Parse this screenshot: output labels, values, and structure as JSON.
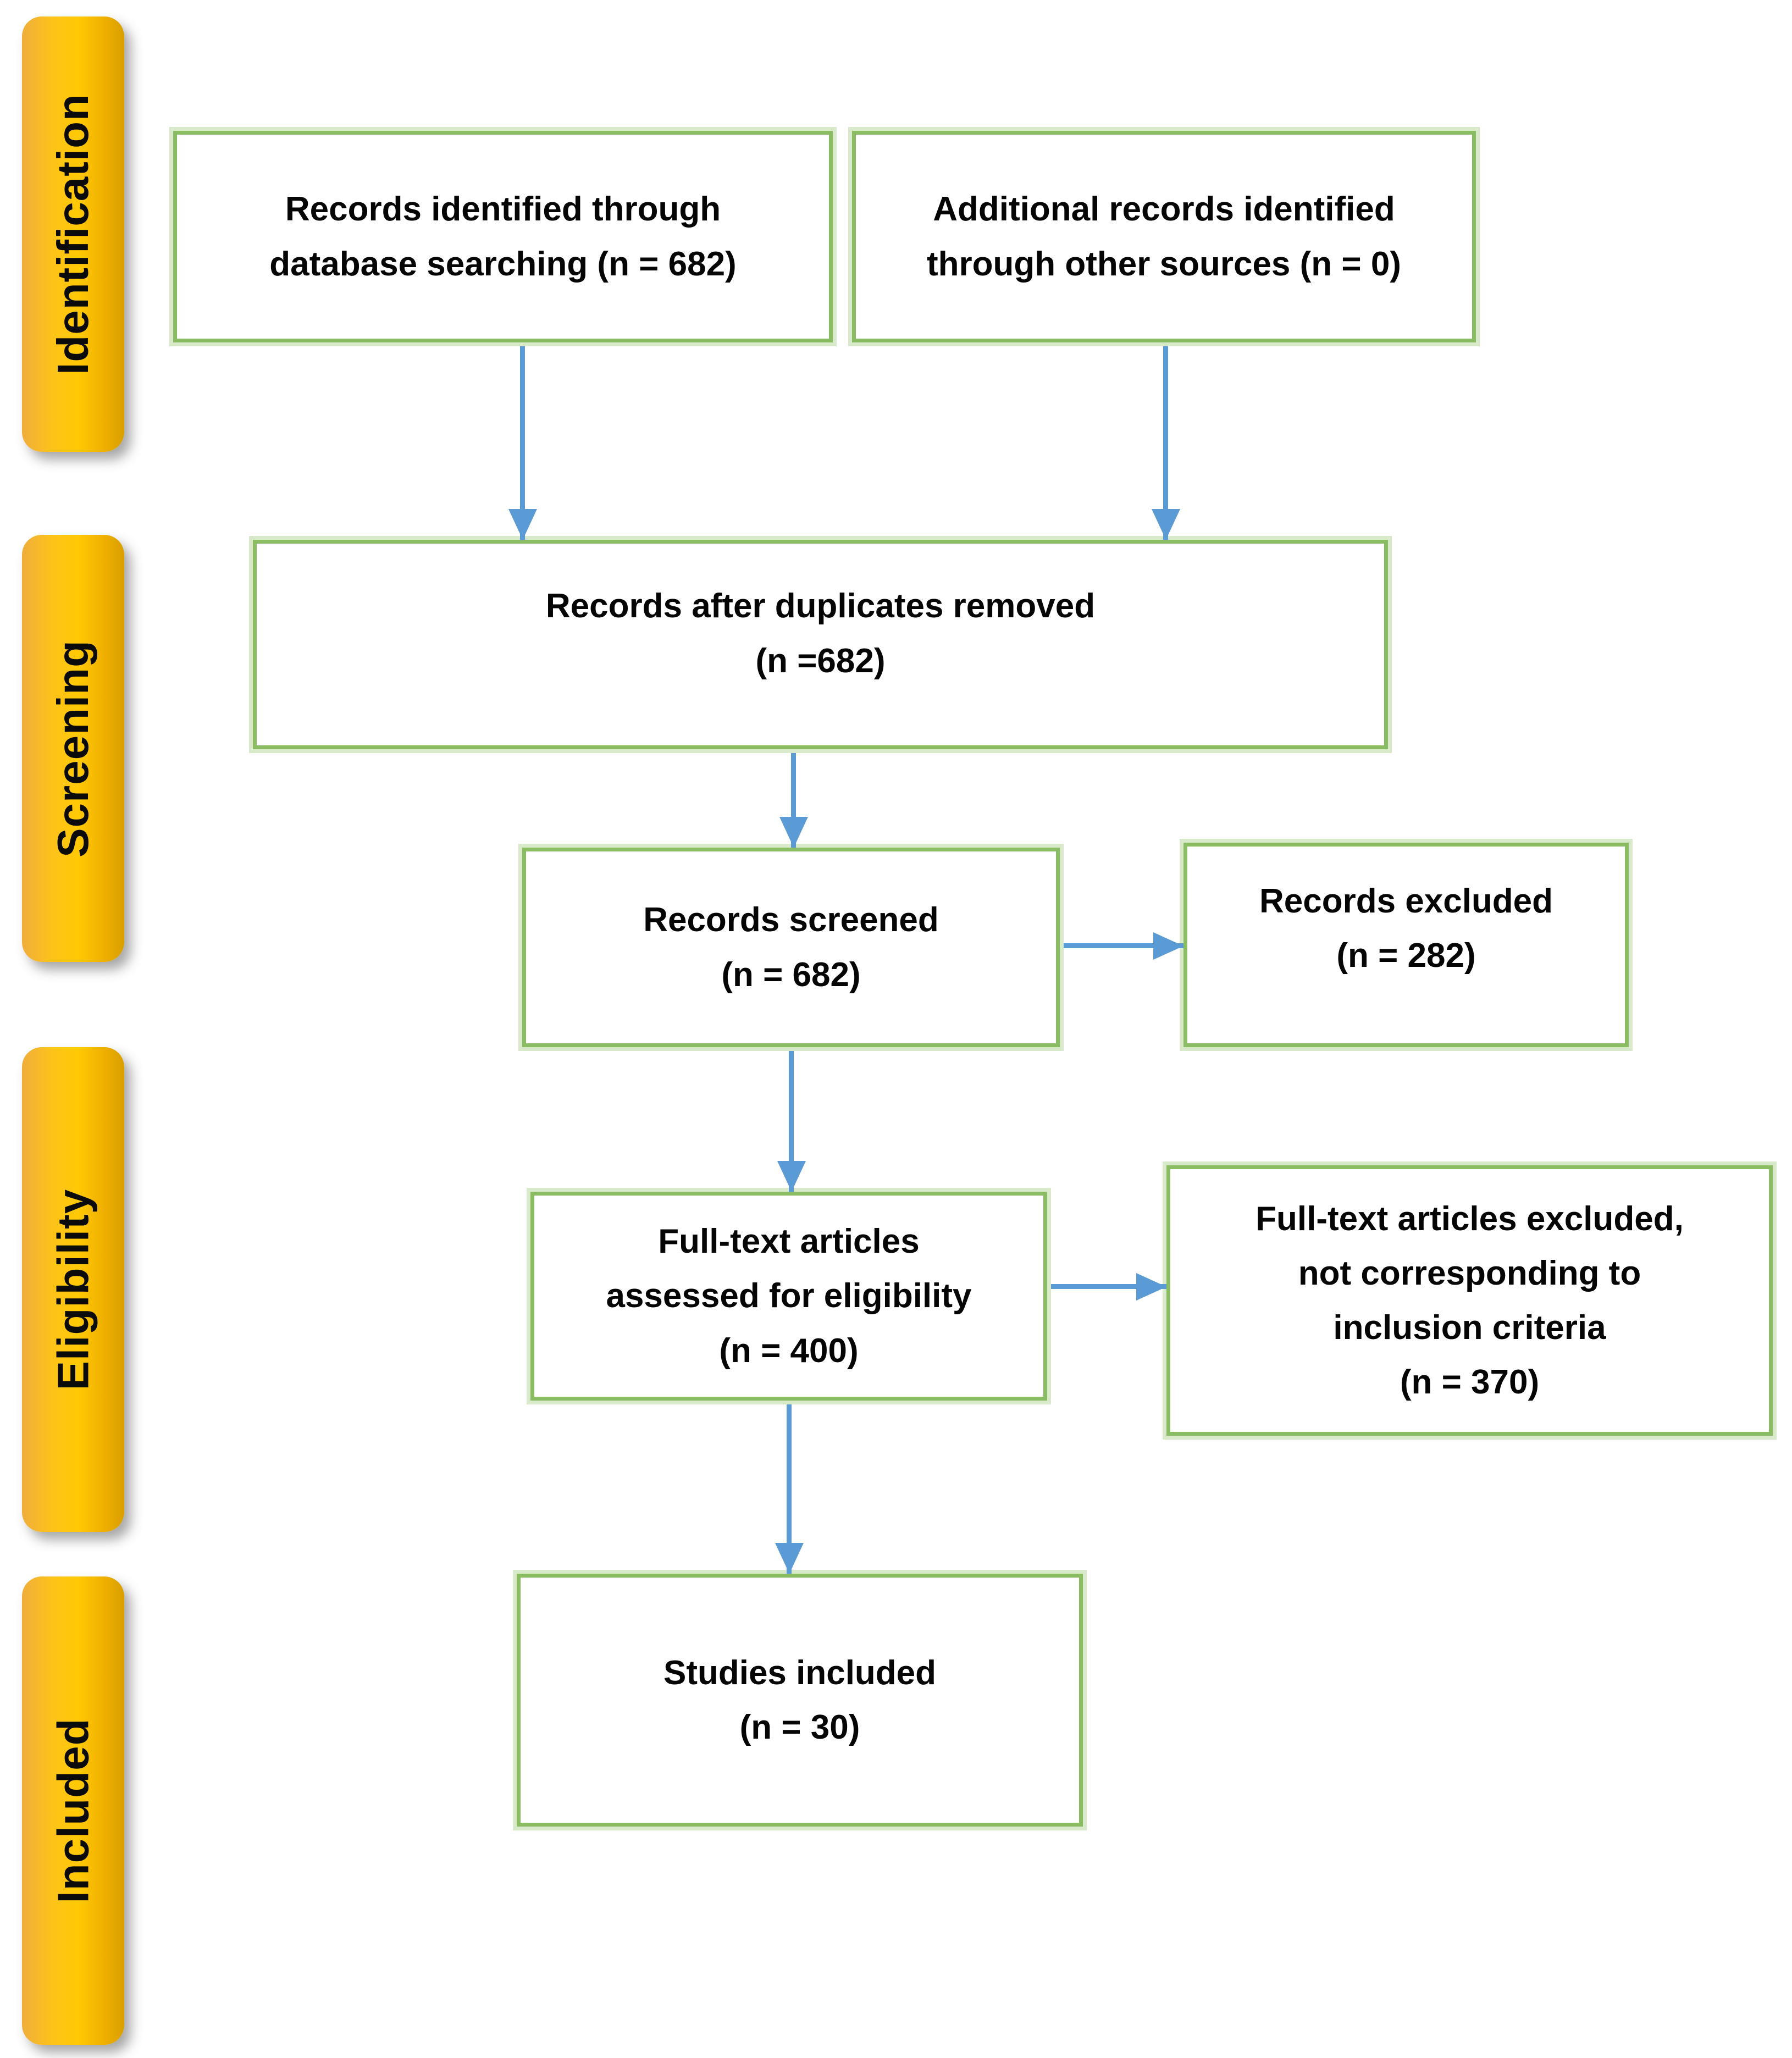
{
  "diagram": {
    "title": "PRISMA flow diagram",
    "colors": {
      "box_border_green": "#8ABD63",
      "box_border_halo": "#D8EACA",
      "arrow_blue": "#5B9BD5",
      "stage_yellow": "#FFC905",
      "text_black": "#050505"
    },
    "stages": [
      {
        "label": "Identification"
      },
      {
        "label": "Screening"
      },
      {
        "label": "Eligibility"
      },
      {
        "label": "Included"
      }
    ],
    "boxes": {
      "records_identified": {
        "line1": "Records identified through",
        "line2": "database searching (n = 682)"
      },
      "additional_records": {
        "line1": "Additional records identified",
        "line2": "through other sources (n = 0)"
      },
      "after_duplicates": {
        "line1": "Records after duplicates removed",
        "line2": "(n =682)"
      },
      "records_screened": {
        "line1": "Records screened",
        "line2": "(n = 682)"
      },
      "records_excluded": {
        "line1": "Records excluded",
        "line2": "(n = 282)"
      },
      "fulltext_assessed": {
        "line1": "Full-text articles",
        "line2": "assessed for eligibility",
        "line3": "(n = 400)"
      },
      "fulltext_excluded": {
        "line1": "Full-text articles excluded,",
        "line2": "not corresponding to",
        "line3": "inclusion criteria",
        "line4": "(n = 370)"
      },
      "studies_included": {
        "line1": "Studies included",
        "line2": "(n = 30)"
      }
    }
  }
}
